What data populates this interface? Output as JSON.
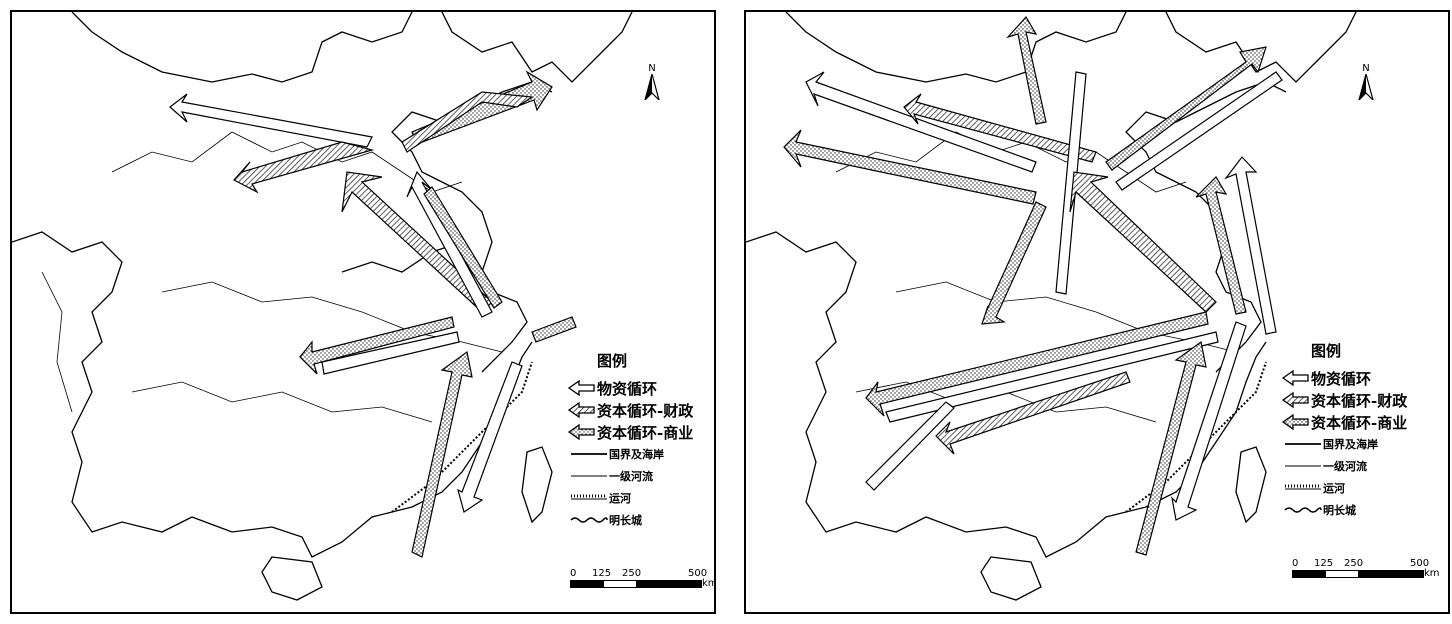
{
  "north_label": "N",
  "legend": {
    "title": "图例",
    "items": [
      {
        "label": "物资循环",
        "style": "hollow"
      },
      {
        "label": "资本循环-财政",
        "style": "hatched"
      },
      {
        "label": "资本循环-商业",
        "style": "dotted"
      }
    ],
    "line_items": [
      {
        "label": "国界及海岸",
        "style": "solid"
      },
      {
        "label": "一级河流",
        "style": "thin"
      },
      {
        "label": "运河",
        "style": "canal"
      },
      {
        "label": "明长城",
        "style": "wall"
      }
    ]
  },
  "scale": {
    "ticks": [
      "0",
      "125",
      "250",
      "500"
    ],
    "unit": "km"
  },
  "colors": {
    "ink": "#000000",
    "paper": "#ffffff",
    "hatch": "#555555"
  },
  "icons": [
    "north-arrow-icon",
    "hollow-arrow-icon",
    "hatched-arrow-icon",
    "dotted-arrow-icon"
  ]
}
